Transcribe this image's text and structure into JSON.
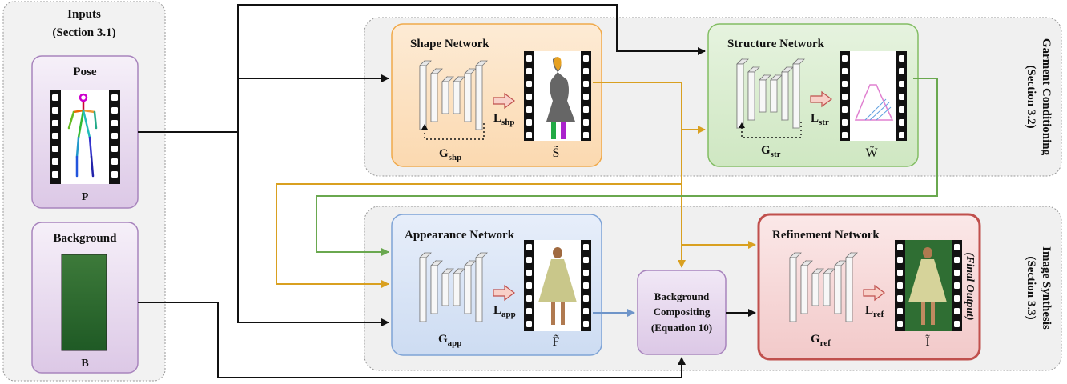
{
  "inputs": {
    "title": "Inputs",
    "section": "(Section 3.1)",
    "pose": {
      "title": "Pose",
      "symbol": "P"
    },
    "background": {
      "title": "Background",
      "symbol": "B"
    }
  },
  "garment_group": {
    "title": "Garment Conditioning",
    "section": "(Section 3.2)"
  },
  "synthesis_group": {
    "title": "Image Synthesis",
    "section": "(Section 3.3)"
  },
  "shape": {
    "title": "Shape Network",
    "gen": "G",
    "gen_sub": "shp",
    "loss": "L",
    "loss_sub": "shp",
    "out": "S̃"
  },
  "structure": {
    "title": "Structure Network",
    "gen": "G",
    "gen_sub": "str",
    "loss": "L",
    "loss_sub": "str",
    "out": "W̃"
  },
  "appearance": {
    "title": "Appearance Network",
    "gen": "G",
    "gen_sub": "app",
    "loss": "L",
    "loss_sub": "app",
    "out": "F̃"
  },
  "refinement": {
    "title": "Refinement Network",
    "gen": "G",
    "gen_sub": "ref",
    "loss": "L",
    "loss_sub": "ref",
    "out": "Ĩ",
    "final": "(Final Output)"
  },
  "compositing": {
    "line1": "Background",
    "line2": "Compositing",
    "line3": "(Equation 10)"
  },
  "colors": {
    "shape_fill": "#fde3c6",
    "shape_stroke": "#f0a94a",
    "structure_fill": "#dcefd3",
    "structure_stroke": "#82bd63",
    "appearance_fill": "#dbe6f6",
    "appearance_stroke": "#7ea3d6",
    "refine_fill": "#f8dcdc",
    "refine_stroke": "#c0504d",
    "input_fill": "#e3d4ea",
    "input_stroke": "#a884bd",
    "orange_arrow": "#d9a020",
    "green_arrow": "#6aa84f",
    "blue_arrow": "#6f95c9",
    "black_arrow": "#111111"
  }
}
